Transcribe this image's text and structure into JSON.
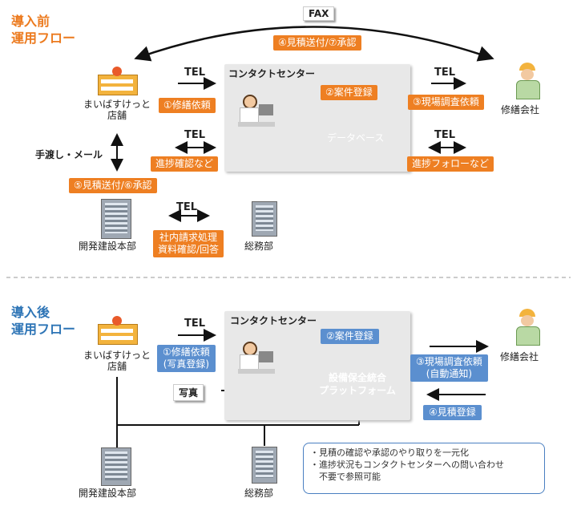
{
  "before": {
    "title_line1": "導入前",
    "title_line2": "運用フロー",
    "fax": "FAX",
    "estimate_approve": "④見積送付/⑦承認",
    "tel": "TEL",
    "store": "まいばすけっと\n店舗",
    "repair_request": "①修繕依頼",
    "contact_center": "コンタクトセンター",
    "case_register": "②案件登録",
    "database": "データベース",
    "site_survey": "③現場調査依頼",
    "repair_company": "修繕会社",
    "progress_check": "進捗確認など",
    "progress_follow": "進捗フォローなど",
    "handover_mail": "手渡し・メール",
    "estimate_approve2": "⑤見積送付/⑥承認",
    "dev_hq": "開発建設本部",
    "internal": "社内請求処理\n資料確認/回答",
    "general_affairs": "総務部"
  },
  "after": {
    "title_line1": "導入後",
    "title_line2": "運用フロー",
    "tel": "TEL",
    "store": "まいばすけっと\n店舗",
    "repair_request": "①修繕依頼\n(写真登録)",
    "contact_center": "コンタクトセンター",
    "case_register": "②案件登録",
    "platform": "設備保全統合\nプラットフォーム",
    "site_survey": "③現場調査依頼\n(自動通知)",
    "repair_company": "修繕会社",
    "photo": "写真",
    "estimate_register": "④見積登録",
    "dev_hq": "開発建設本部",
    "general_affairs": "総務部",
    "notes": [
      "・見積の確認や承認のやり取りを一元化",
      "・進捗状況もコンタクトセンターへの問い合わせ",
      "　不要で参照可能"
    ]
  },
  "colors": {
    "orange": "#ee7f22",
    "blue": "#5b8fcf",
    "title_orange": "#ec7a1e",
    "title_blue": "#2e75b6"
  }
}
